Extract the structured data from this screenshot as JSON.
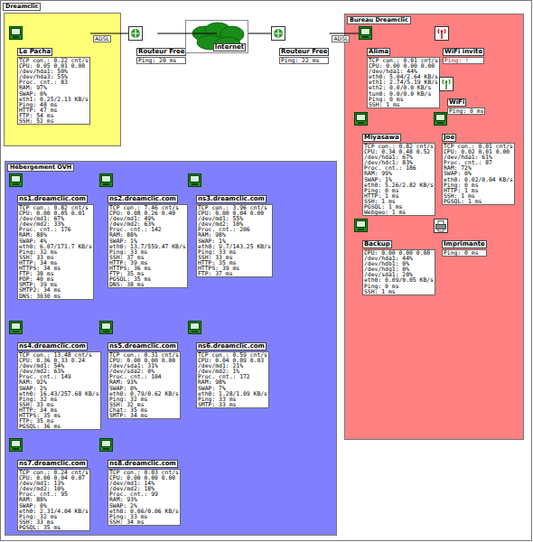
{
  "diagram": {
    "nodes": [
      {
        "text": [
          "Dreamclic"
        ]
      },
      {
        "text": [],
        "in": 0
      },
      {
        "text": [
          "Le Pacha",
          "TCP con.: 0.22 cnt/s",
          "CPU: 0.05 0.01 0.00",
          "/dev/hda1: 50%",
          "/dev/hda3: 55%",
          "Proc. cnt.: 83",
          "RAM: 97%",
          "SWAP: 0%",
          "eth1: 0.25/2.13 KB/s",
          "Ping: 48 ms",
          "HTTP: 47 ms",
          "FTP: 54 ms",
          "SSH: 52 ms"
        ],
        "in": 1
      },
      {
        "text": [
          "Routeur Free",
          "Ping: 20 ms"
        ],
        "in": 0
      },
      {
        "text": [
          "Internet"
        ],
        "in": 0
      },
      {
        "text": [
          "Routeur Free",
          "Ping: 22 ms"
        ],
        "in": 0
      },
      {
        "text": [
          "Bureau Dreamclic"
        ],
        "in": 0
      },
      {
        "text": [
          "Alima",
          "TCP con.: 0.01 cnt/s",
          "CPU: 0.00 0.00 0.00",
          "/dev/hda1: 44%",
          "eth0: 5.04/2.64 KB/s",
          "eth1: 2.74/5.19 KB/s",
          "eth2: 0.0/0.0 KB/s",
          "tun0: 0.0/0.0 KB/s",
          "Ping: 0 ms",
          "SSH: 1 ms"
        ],
        "in": 6
      },
      {
        "text": [
          "WiFi invite",
          "Ping: !"
        ],
        "in": 6
      },
      {
        "text": [
          "WiFi",
          "Ping: 0 ms"
        ],
        "in": 6
      },
      {
        "text": [
          "Miyasawa",
          "TCP con.: 0.82 cnt/s",
          "CPU: 0.34 0.48 0.52",
          "/dev/hda1: 67%",
          "/dev/hdc1: 83%",
          "Proc. cnt.: 186",
          "RAM: 99%",
          "SWAP: 1%",
          "eth0: 5.26/2.82 KB/s",
          "Ping: 0 ms",
          "HTTP: 1 ms",
          "SSH: 1 ms",
          "PGSQL: 1 ms",
          "Webgeo: 1 ms"
        ],
        "in": 6
      },
      {
        "text": [
          "Joe",
          "TCP con.: 0.01 cnt/s",
          "CPU: 0.02 0.01 0.00",
          "/dev/hda1: 61%",
          "Proc. cnt.: 87",
          "RAM: 72%",
          "SWAP: 0%",
          "eth0: 0.02/0.04 KB/s",
          "Ping: 0 ms",
          "HTTP: 1 ms",
          "SSH: 1 ms",
          "PGSQL: 1 ms"
        ],
        "in": 6
      },
      {
        "text": [
          "Backup",
          "CPU: 0.00 0.00 0.00",
          "/dev/hda1: 44%",
          "/dev/hdb1: 0%",
          "/dev/hdg1: 0%",
          "/dev/sda1: 20%",
          "eth0: 0.09/0.05 KB/s",
          "Ping: 0 ms",
          "SSH: 1 ms"
        ],
        "in": 6
      },
      {
        "text": [
          "Imprimante",
          "Ping: 0 ms"
        ],
        "in": 6
      },
      {
        "text": [
          "Hébergement OVH"
        ],
        "in": 0
      },
      {
        "text": [
          "ns1.dreamclic.com",
          "TCP con.: 0.82 cnt/s",
          "CPU: 0.00 0.05 0.01",
          "/dev/md1: 67%",
          "/dev/md2: 33%",
          "Proc. cnt.: 176",
          "RAM: 88%",
          "SWAP: 4%",
          "eth0: 6.07/171.7 KB/s",
          "Ping: 32 ms",
          "SSH: 33 ms",
          "HTTP: 34 ms",
          "HTTPS: 34 ms",
          "FTP: 38 ms",
          "POP: 40 ms",
          "SMTP: 39 ms",
          "SMTP2: 34 ms",
          "DNS: 3030 ms"
        ],
        "in": 14
      },
      {
        "text": [
          "ns2.dreamclic.com",
          "TCP con.: 7.46 cnt/s",
          "CPU: 0.08 0.26 0.40",
          "/dev/md1: 49%",
          "/dev/md2: 63%",
          "Proc. cnt.: 142",
          "RAM: 88%",
          "SWAP: 1%",
          "eth0: 13.7/559.47 KB/s",
          "Ping: 33 ms",
          "SSH: 37 ms",
          "HTTP: 39 ms",
          "HTTPS: 36 ms",
          "FTP: 35 ms",
          "PGSQL: 35 ms",
          "DNS: 38 ms"
        ],
        "in": 14
      },
      {
        "text": [
          "ns3.dreamclic.com",
          "TCP con.: 3.96 cnt/s",
          "CPU: 0.00 0.04 0.00",
          "/dev/md1: 55%",
          "/dev/md2: 10%",
          "Proc. cnt.: 206",
          "RAM: 98%",
          "SWAP: 1%",
          "eth0: 9.7/143.25 KB/s",
          "Ping: 33 ms",
          "SSH: 33 ms",
          "HTTP: 35 ms",
          "HTTPS: 39 ms",
          "FTP: 37 ms"
        ],
        "in": 14
      },
      {
        "text": [
          "ns4.dreamclic.com",
          "TCP con.: 13.48 cnt/s",
          "CPU: 0.36 0.33 0.24",
          "/dev/md1: 54%",
          "/dev/md2: 63%",
          "Proc. cnt.: 149",
          "RAM: 92%",
          "SWAP: 2%",
          "eth0: 16.43/257.68 KB/s",
          "Ping: 32 ms",
          "SSH: 33 ms",
          "HTTP: 34 ms",
          "HTTPS: 35 ms",
          "FTP: 35 ms",
          "PGSQL: 36 ms"
        ],
        "in": 14
      },
      {
        "text": [
          "ns5.dreamclic.com",
          "TCP con.: 0.31 cnt/s",
          "CPU: 0.00 0.00 0.00",
          "/dev/sda1: 31%",
          "/dev/sda2: 0%",
          "Proc. cnt.: 104",
          "RAM: 93%",
          "SWAP: 0%",
          "eth0: 0.79/0.62 KB/s",
          "Ping: 32 ms",
          "SSH: 32 ms",
          "Chat: 35 ms",
          "SMTP: 34 ms"
        ],
        "in": 14
      },
      {
        "text": [
          "ns6.dreamclic.com",
          "TCP con.: 0.59 cnt/s",
          "CPU: 0.04 0.09 0.03",
          "/dev/md1: 21%",
          "/dev/md2: 1%",
          "Proc. cnt.: 172",
          "RAM: 98%",
          "SWAP: 7%",
          "eth0: 1.28/1.09 KB/s",
          "Ping: 33 ms",
          "SMTP: 33 ms"
        ],
        "in": 14
      },
      {
        "text": [
          "ns7.dreamclic.com",
          "TCP con.: 0.24 cnt/s",
          "CPU: 0.00 0.04 0.07",
          "/dev/md1: 13%",
          "/dev/md2: 10%",
          "Proc. cnt.: 95",
          "RAM: 88%",
          "SWAP: 0%",
          "eth0: 2.31/4.04 KB/s",
          "Ping: 32 ms",
          "SSH: 33 ms",
          "PGSQL: 35 ms"
        ],
        "in": 14
      },
      {
        "text": [
          "ns8.dreamclic.com",
          "TCP con.: 0.03 cnt/s",
          "CPU: 0.00 0.00 0.00",
          "/dev/md1: 14%",
          "/dev/md2: 18%",
          "Proc. cnt.: 99",
          "RAM: 93%",
          "SWAP: 2%",
          "eth0: 0.06/0.06 KB/s",
          "Ping: 33 ms",
          "SSH: 34 ms"
        ],
        "in": 14
      }
    ],
    "edges": [
      {
        "from": 2,
        "to": 3,
        "label": "ADSL",
        "arrow": "none"
      },
      {
        "from": 3,
        "to": 4,
        "arrow": "none"
      },
      {
        "from": 4,
        "to": 5,
        "arrow": "none"
      },
      {
        "from": 5,
        "to": 7,
        "label": "ADSL",
        "arrow": "none"
      }
    ]
  }
}
